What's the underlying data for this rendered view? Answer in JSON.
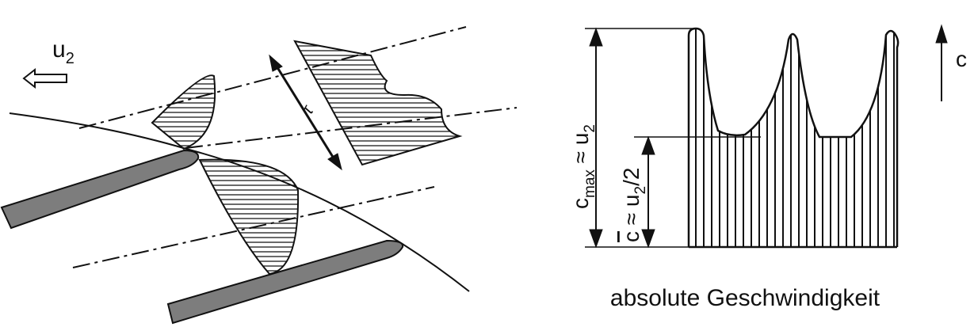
{
  "labels": {
    "u2_main": "u",
    "u2_sub": "2",
    "tau": "τ",
    "c_axis": "c",
    "cmax_c": "c",
    "cmax_sub": "max",
    "cmax_rest": " ≈ u",
    "cmax_sub2": "2",
    "cbar_c": "c",
    "cbar_rest": " ≈ u",
    "cbar_sub": "2",
    "cbar_tail": "/2",
    "caption": "absolute Geschwindigkeit"
  },
  "colors": {
    "blade_fill": "#7d7d7d",
    "stroke": "#111111"
  },
  "icons": [
    "arrow-left-outline-icon",
    "arrow-up-icon"
  ]
}
